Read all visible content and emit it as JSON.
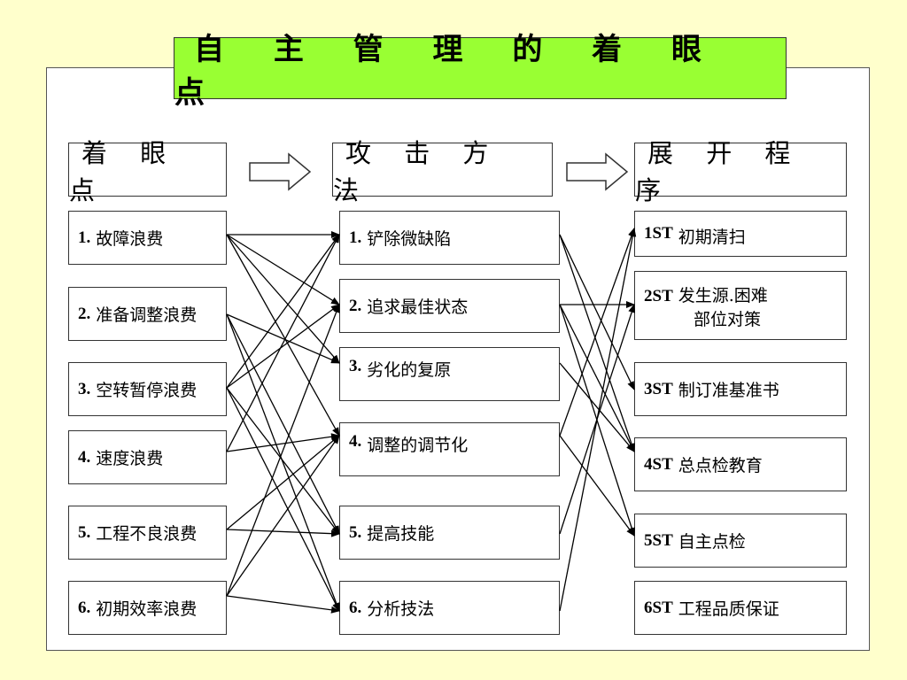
{
  "title": "自 主 管 理 的 着 眼 点",
  "headers": [
    "着 眼 点",
    "攻 击 方 法",
    "展 开 程 序"
  ],
  "focus_points": [
    {
      "num": "1.",
      "label": "故障浪费"
    },
    {
      "num": "2.",
      "label": "准备调整浪费"
    },
    {
      "num": "3.",
      "label": "空转暂停浪费"
    },
    {
      "num": "4.",
      "label": "速度浪费"
    },
    {
      "num": "5.",
      "label": "工程不良浪费"
    },
    {
      "num": "6.",
      "label": "初期效率浪费"
    }
  ],
  "methods": [
    {
      "num": "1.",
      "label": "铲除微缺陷"
    },
    {
      "num": "2.",
      "label": "追求最佳状态"
    },
    {
      "num": "3.",
      "label": "劣化的复原"
    },
    {
      "num": "4.",
      "label": "调整的调节化"
    },
    {
      "num": "5.",
      "label": "提高技能"
    },
    {
      "num": "6.",
      "label": "分析技法"
    }
  ],
  "steps": [
    {
      "num": "1ST",
      "label": "初期清扫"
    },
    {
      "num": "2ST",
      "label": "发生源.困难",
      "label2": "部位对策"
    },
    {
      "num": "3ST",
      "label": "制订准基准书"
    },
    {
      "num": "4ST",
      "label": "总点检教育"
    },
    {
      "num": "5ST",
      "label": "自主点检"
    },
    {
      "num": "6ST",
      "label": "工程品质保证"
    }
  ],
  "links_left": [
    [
      0,
      0
    ],
    [
      0,
      1
    ],
    [
      0,
      2
    ],
    [
      0,
      3
    ],
    [
      1,
      2
    ],
    [
      1,
      4
    ],
    [
      1,
      5
    ],
    [
      2,
      0
    ],
    [
      2,
      1
    ],
    [
      2,
      4
    ],
    [
      2,
      5
    ],
    [
      3,
      0
    ],
    [
      3,
      3
    ],
    [
      4,
      3
    ],
    [
      4,
      4
    ],
    [
      5,
      1
    ],
    [
      5,
      3
    ],
    [
      5,
      5
    ]
  ],
  "links_right": [
    [
      0,
      2
    ],
    [
      0,
      3
    ],
    [
      1,
      1
    ],
    [
      1,
      3
    ],
    [
      1,
      4
    ],
    [
      2,
      3
    ],
    [
      3,
      0
    ],
    [
      3,
      4
    ],
    [
      4,
      1
    ],
    [
      5,
      0
    ]
  ],
  "line_color": "#000000",
  "title_color": "#99ff33",
  "background_color": "#ffffcc"
}
